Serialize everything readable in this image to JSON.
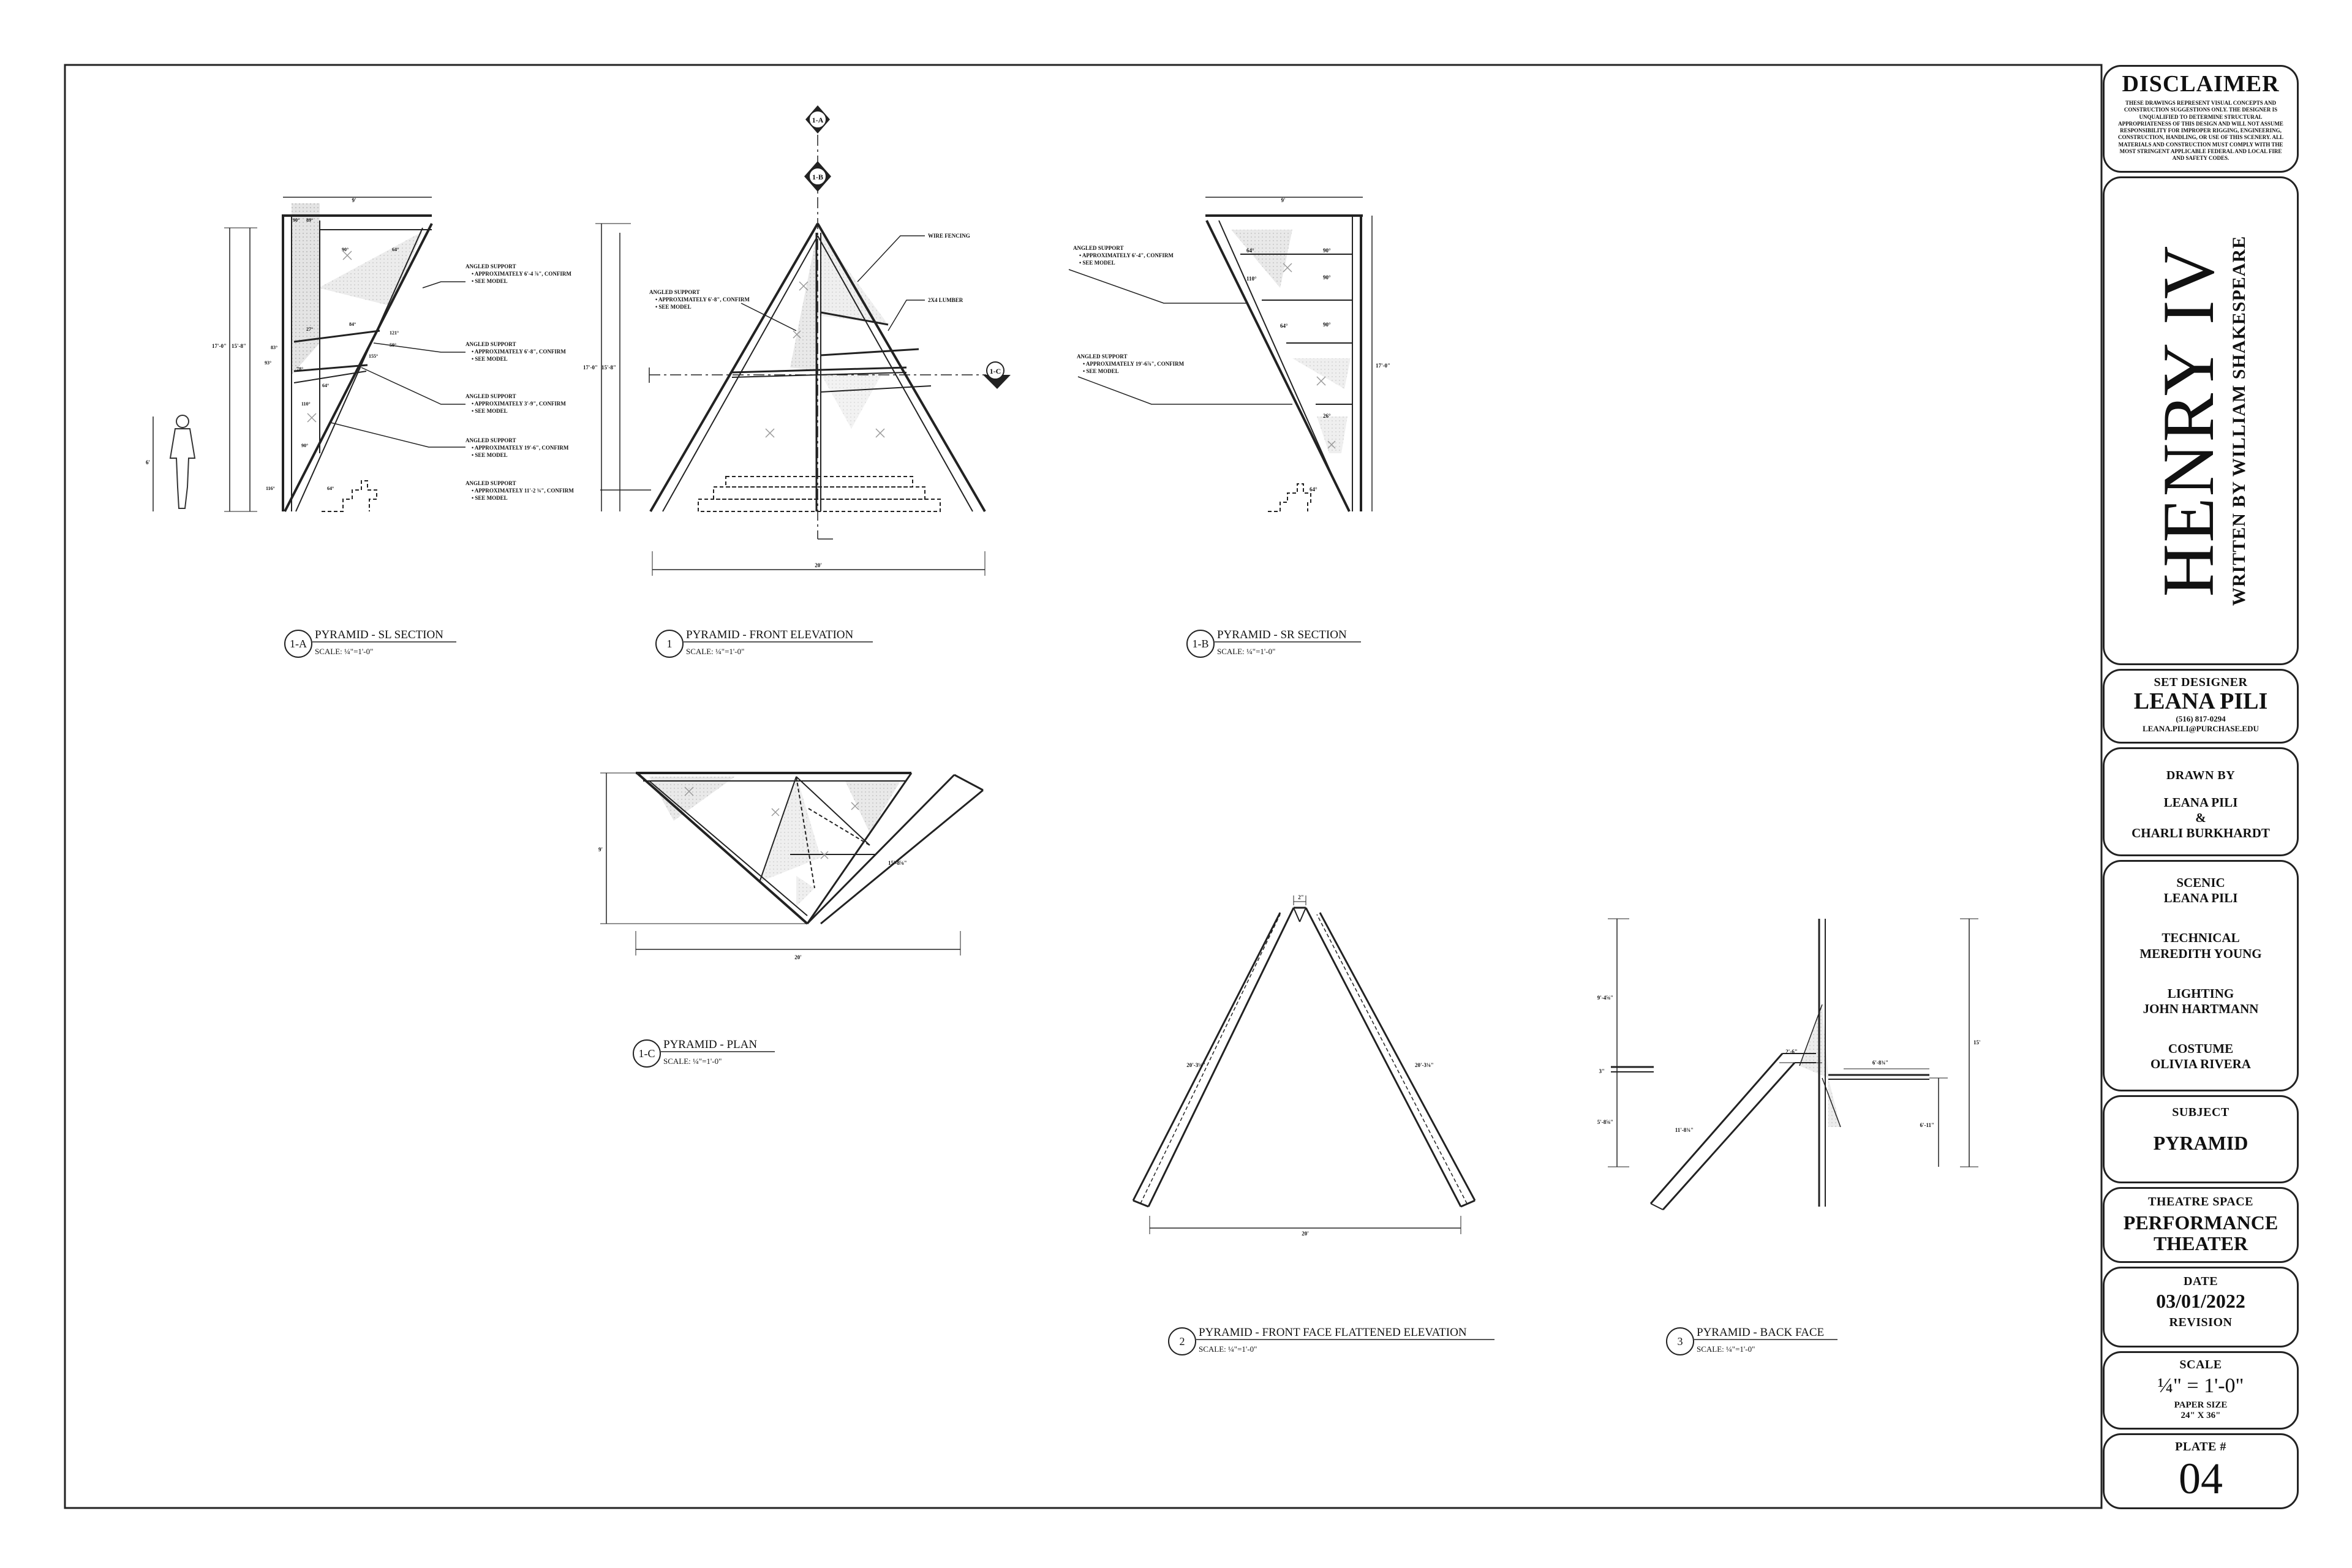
{
  "drawing": {
    "views": [
      {
        "id": "1-A",
        "title": "PYRAMID - SL SECTION",
        "scale": "SCALE: ¼\"=1'-0\""
      },
      {
        "id": "1",
        "title": "PYRAMID - FRONT ELEVATION",
        "scale": "SCALE: ¼\"=1'-0\""
      },
      {
        "id": "1-B",
        "title": "PYRAMID - SR SECTION",
        "scale": "SCALE: ¼\"=1'-0\""
      },
      {
        "id": "1-C",
        "title": "PYRAMID - PLAN",
        "scale": "SCALE: ¼\"=1'-0\""
      },
      {
        "id": "2",
        "title": "PYRAMID - FRONT FACE FLATTENED ELEVATION",
        "scale": "SCALE: ¼\"=1'-0\""
      },
      {
        "id": "3",
        "title": "PYRAMID - BACK FACE",
        "scale": "SCALE: ¼\"=1'-0\""
      }
    ],
    "section_markers": [
      "1-A",
      "1-B",
      "1-C"
    ],
    "notes": {
      "sl_1": [
        "ANGLED SUPPORT",
        "• APPROXIMATELY 6'-4 ⅞\", CONFIRM",
        "• SEE MODEL"
      ],
      "sl_2": [
        "ANGLED SUPPORT",
        "• APPROXIMATELY 6'-8\", CONFIRM",
        "• SEE MODEL"
      ],
      "sl_3": [
        "ANGLED SUPPORT",
        "• APPROXIMATELY 3'-9\", CONFIRM",
        "• SEE MODEL"
      ],
      "sl_4": [
        "ANGLED SUPPORT",
        "• APPROXIMATELY 19'-6\", CONFIRM",
        "• SEE MODEL"
      ],
      "sl_5": [
        "ANGLED SUPPORT",
        "• APPROXIMATELY 11'-2 ¾\", CONFIRM",
        "• SEE MODEL"
      ],
      "fe_1": [
        "ANGLED SUPPORT",
        "• APPROXIMATELY 6'-8\", CONFIRM",
        "• SEE MODEL"
      ],
      "wire": "WIRE FENCING",
      "lumber": "2X4 LUMBER",
      "sr_1": [
        "ANGLED SUPPORT",
        "• APPROXIMATELY 6'-4\", CONFIRM",
        "• SEE MODEL"
      ],
      "sr_2": [
        "ANGLED SUPPORT",
        "• APPROXIMATELY 19'-6⅞\", CONFIRM",
        "• SEE MODEL"
      ]
    },
    "dims": {
      "sl_top": "9'",
      "sl_h1": "17'-0\"",
      "sl_h2": "15'-8\"",
      "sl_fig": "6'",
      "fe_h1": "17'-0\"",
      "fe_h2": "15'-8\"",
      "fe_w": "20'",
      "sr_top": "9'",
      "sr_h": "17'-0\"",
      "pl_d": "9'",
      "pl_w": "20'",
      "pl_f": "15'-8⅝\"",
      "ff_top": "2\"",
      "ff_l": "20'-3⅛\"",
      "ff_r": "20'-3⅛\"",
      "ff_w": "20'",
      "bf_a": "9'-4⅝\"",
      "bf_b": "3\"",
      "bf_c": "5'-8⅝\"",
      "bf_d": "2'-6\"",
      "bf_e": "6'-8¾\"",
      "bf_f": "11'-8¾\"",
      "bf_h": "15'",
      "bf_g": "6'-11\""
    },
    "angles": {
      "sl": [
        "90°",
        "89°",
        "64°",
        "90°",
        "27°",
        "84°",
        "121°",
        "59°",
        "83°",
        "93°",
        "78°",
        "155°",
        "64°",
        "110°",
        "90°",
        "116°",
        "64°"
      ],
      "sr": [
        "64°",
        "90°",
        "110°",
        "90°",
        "64°",
        "90°",
        "26°",
        "64°"
      ]
    }
  },
  "title_block": {
    "disclaimer_title": "DISCLAIMER",
    "disclaimer_text": "THESE DRAWINGS REPRESENT VISUAL CONCEPTS AND CONSTRUCTION SUGGESTIONS ONLY. THE DESIGNER IS UNQUALIFIED TO DETERMINE STRUCTURAL APPROPRIATENESS OF THIS DESIGN AND WILL NOT ASSUME RESPONSIBILITY FOR IMPROPER RIGGING, ENGINEERING, CONSTRUCTION, HANDLING, OR USE OF THIS SCENERY. ALL MATERIALS AND CONSTRUCTION MUST COMPLY WITH THE MOST STRINGENT APPLICABLE FEDERAL AND LOCAL FIRE AND SAFETY CODES.",
    "play_title": "HENRY IV",
    "play_author": "WRITTEN BY WILLIAM SHAKESPEARE",
    "set_designer_label": "SET DESIGNER",
    "set_designer_name": "LEANA PILI",
    "phone": "(516) 817-0294",
    "email": "LEANA.PILI@PURCHASE.EDU",
    "drawn_by_label": "DRAWN BY",
    "drawn_by_1": "LEANA PILI",
    "drawn_by_amp": "&",
    "drawn_by_2": "CHARLI BURKHARDT",
    "scenic_label": "SCENIC",
    "scenic_name": "LEANA PILI",
    "technical_label": "TECHNICAL",
    "technical_name": "MEREDITH YOUNG",
    "lighting_label": "LIGHTING",
    "lighting_name": "JOHN HARTMANN",
    "costume_label": "COSTUME",
    "costume_name": "OLIVIA RIVERA",
    "subject_label": "SUBJECT",
    "subject_value": "PYRAMID",
    "theatre_label": "THEATRE SPACE",
    "theatre_value_1": "PERFORMANCE",
    "theatre_value_2": "THEATER",
    "date_label": "DATE",
    "date_value": "03/01/2022",
    "revision_label": "REVISION",
    "scale_label": "SCALE",
    "scale_value": "¼\" = 1'-0\"",
    "paper_label": "PAPER SIZE",
    "paper_value": "24\" X 36\"",
    "plate_label": "PLATE #",
    "plate_value": "04"
  }
}
